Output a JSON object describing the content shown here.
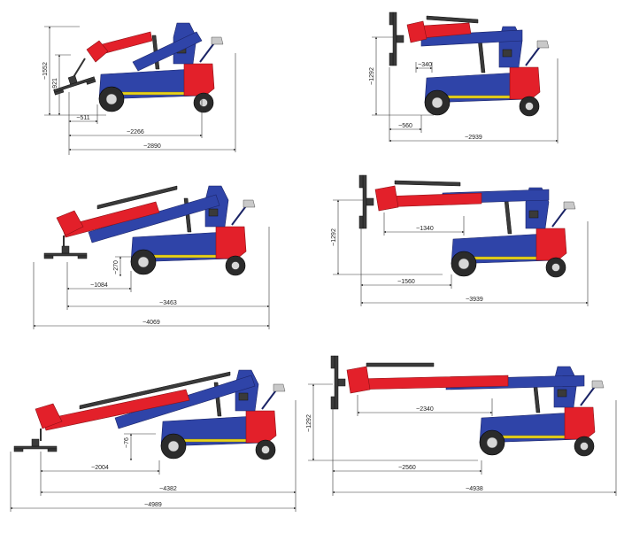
{
  "colors": {
    "chassis": "#2f44a8",
    "boom": "#e3202a",
    "counterweight": "#e3202a",
    "stripe": "#e8d21c",
    "tyre": "#2b2b2b"
  },
  "views": [
    {
      "id": "view-1",
      "dims": {
        "height_total": "~1552",
        "height_pad": "~921",
        "h1": "~511",
        "h2": "~2266",
        "h3": "~2890"
      }
    },
    {
      "id": "view-2",
      "dims": {
        "height": "~1292",
        "reach_short": "~340",
        "h1": "~560",
        "h2": "~2939"
      }
    },
    {
      "id": "view-3",
      "dims": {
        "drop": "~270",
        "h1": "~1084",
        "h2": "~3463",
        "h3": "~4069"
      }
    },
    {
      "id": "view-4",
      "dims": {
        "height": "~1292",
        "reach": "~1340",
        "h1": "~1560",
        "h2": "~3939"
      }
    },
    {
      "id": "view-5",
      "dims": {
        "drop": "~76",
        "h1": "~2004",
        "h2": "~4382",
        "h3": "~4989"
      }
    },
    {
      "id": "view-6",
      "dims": {
        "height": "~1292",
        "reach": "~2340",
        "h1": "~2560",
        "h2": "~4938"
      }
    }
  ]
}
